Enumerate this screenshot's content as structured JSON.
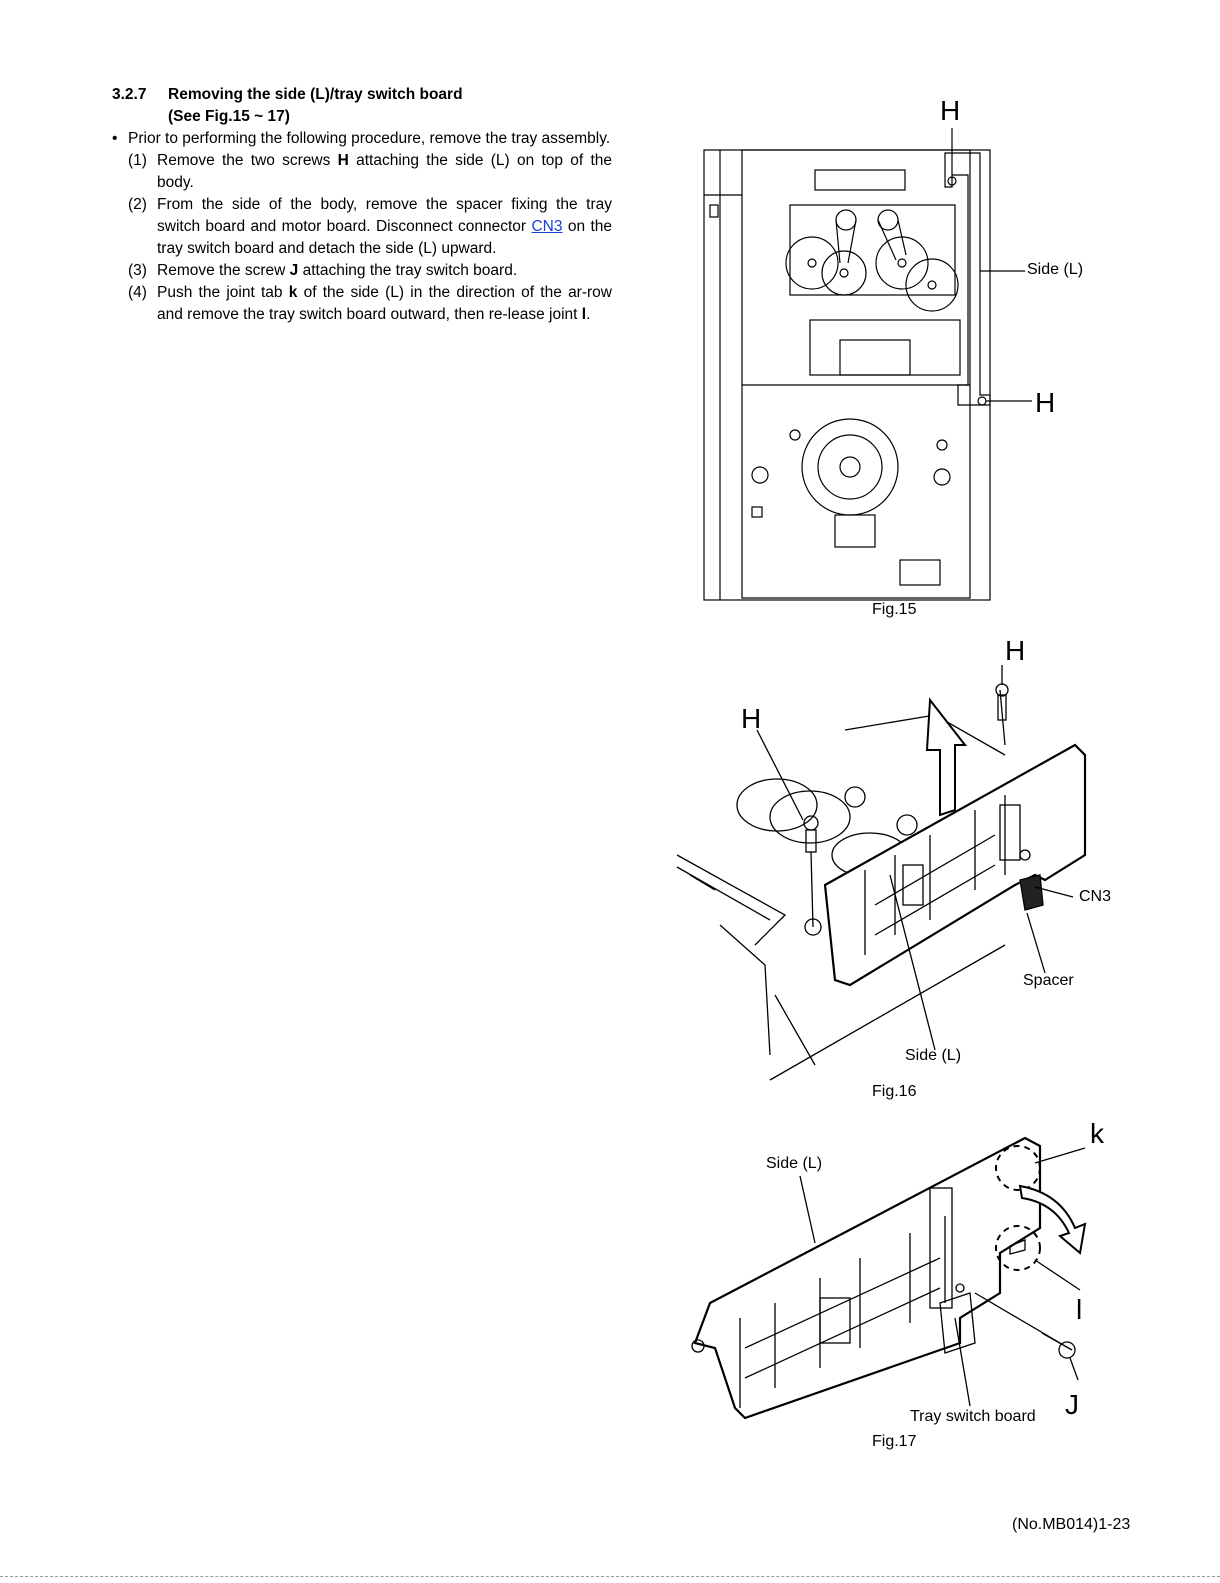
{
  "section": {
    "number": "3.2.7",
    "title": "Removing the side (L)/tray switch board",
    "see": "(See Fig.15 ~ 17)",
    "bullet_mark": "•",
    "prereq": "Prior to performing the following procedure, remove the tray assembly.",
    "steps": [
      {
        "num": "(1)",
        "pre": "Remove the two screws ",
        "key": "H",
        "post": " attaching the side (L) on top of the body."
      },
      {
        "num": "(2)",
        "pre": "From the side of the body, remove the spacer fixing the tray switch board and motor board. Disconnect connector ",
        "link": "CN3",
        "post": " on the tray switch board and detach the side (L) upward."
      },
      {
        "num": "(3)",
        "pre": "Remove the screw ",
        "key": "J",
        "post": " attaching the tray switch board."
      },
      {
        "num": "(4)",
        "pre": "Push the joint tab ",
        "key": "k",
        "mid": " of the side (L) in the direction of the ar-row and remove the tray switch board outward, then re-lease joint ",
        "key2": "l",
        "post": "."
      }
    ]
  },
  "fig15": {
    "caption": "Fig.15",
    "label_h_top": "H",
    "label_side": "Side (L)",
    "label_h_bottom": "H"
  },
  "fig16": {
    "caption": "Fig.16",
    "label_h_right": "H",
    "label_h_left": "H",
    "label_cn3": "CN3",
    "label_spacer": "Spacer",
    "label_side": "Side (L)"
  },
  "fig17": {
    "caption": "Fig.17",
    "label_side": "Side (L)",
    "label_k": "k",
    "label_l": "l",
    "label_board": "Tray switch board",
    "label_j": "J"
  },
  "footer": {
    "page": "(No.MB014)1-23"
  }
}
